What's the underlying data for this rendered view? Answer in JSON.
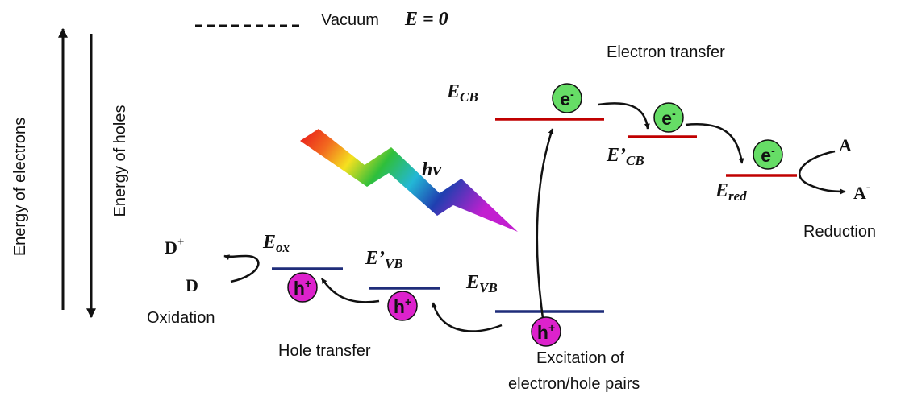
{
  "vacuum": {
    "label": "Vacuum",
    "energy": "E = 0"
  },
  "axes": {
    "electrons": "Energy of electrons",
    "holes": "Energy of holes"
  },
  "light": {
    "symbol": "hv"
  },
  "levels": {
    "cb": {
      "main": "E",
      "sub": "CB",
      "color": "#c00000"
    },
    "cb_prime": {
      "main": "E’",
      "sub": "CB",
      "color": "#c00000"
    },
    "red": {
      "main": "E",
      "sub": "red",
      "color": "#c00000"
    },
    "vb": {
      "main": "E",
      "sub": "VB",
      "color": "#1f2d7a"
    },
    "vb_prime": {
      "main": "E’",
      "sub": "VB",
      "color": "#1f2d7a"
    },
    "ox": {
      "main": "E",
      "sub": "ox",
      "color": "#1f2d7a"
    }
  },
  "carriers": {
    "electron": {
      "letter": "e",
      "charge": "-",
      "color": "#66dd66"
    },
    "hole": {
      "letter": "h",
      "charge": "+",
      "color": "#dd22cc"
    }
  },
  "species": {
    "acceptor": "A",
    "acceptor_reduced": {
      "main": "A",
      "sup": "-"
    },
    "donor": "D",
    "donor_oxidized": {
      "main": "D",
      "sup": "+"
    }
  },
  "captions": {
    "electron_transfer": "Electron transfer",
    "reduction": "Reduction",
    "oxidation": "Oxidation",
    "hole_transfer": "Hole transfer",
    "excitation_line1": "Excitation of",
    "excitation_line2": "electron/hole pairs"
  }
}
